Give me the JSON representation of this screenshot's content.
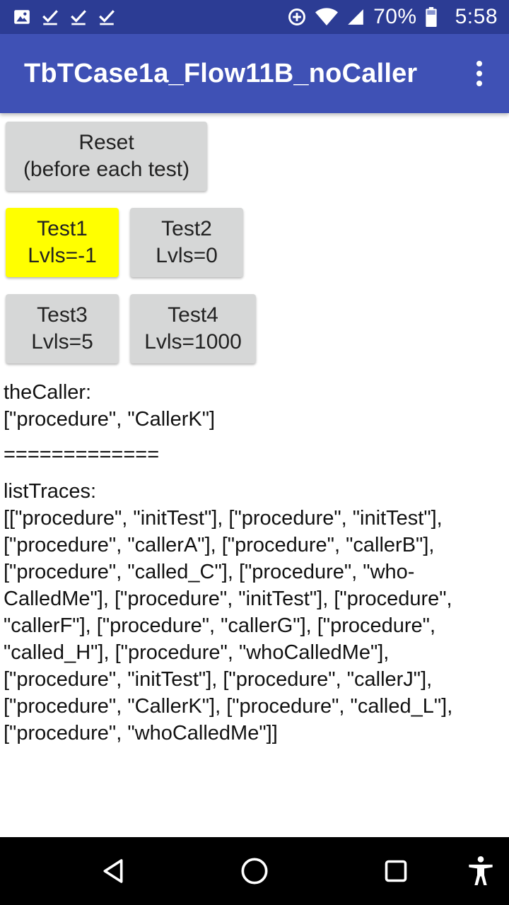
{
  "status_bar": {
    "icons_left": [
      "image-icon",
      "check-icon",
      "check-icon",
      "check-icon"
    ],
    "icons_right": [
      "data-saver-icon",
      "wifi-icon",
      "signal-icon"
    ],
    "battery_percent": "70%",
    "time": "5:58"
  },
  "app_bar": {
    "title": "TbTCase1a_Flow11B_noCaller"
  },
  "buttons": {
    "reset": {
      "line1": "Reset",
      "line2": "(before each test)"
    },
    "test1": {
      "line1": "Test1",
      "line2": "Lvls=-1"
    },
    "test2": {
      "line1": "Test2",
      "line2": "Lvls=0"
    },
    "test3": {
      "line1": "Test3",
      "line2": "Lvls=5"
    },
    "test4": {
      "line1": "Test4",
      "line2": "Lvls=1000"
    }
  },
  "colors": {
    "status_bar": "#2c3c94",
    "app_bar": "#3f51b5",
    "button": "#d6d7d7",
    "highlighted_button": "#ffff00"
  },
  "output": {
    "caller_label": "theCaller:",
    "caller_value": "[\"procedure\", \"CallerK\"]",
    "separator": "=============",
    "traces_label": "listTraces:",
    "traces_lines": [
      "[[\"procedure\", \"initTest\"], [\"procedure\", \"initTest\"],",
      "[\"procedure\", \"callerA\"], [\"procedure\", \"callerB\"],",
      "[\"procedure\", \"called_C\"], [\"procedure\", \"who-",
      "CalledMe\"], [\"procedure\", \"initTest\"], [\"procedure\",",
      "\"callerF\"], [\"procedure\", \"callerG\"], [\"procedure\",",
      "\"called_H\"], [\"procedure\", \"whoCalledMe\"],",
      "[\"procedure\", \"initTest\"], [\"procedure\", \"callerJ\"],",
      "[\"procedure\", \"CallerK\"], [\"procedure\", \"called_L\"],",
      "[\"procedure\", \"whoCalledMe\"]]"
    ]
  },
  "nav_bar": {
    "icons": [
      "back-icon",
      "home-icon",
      "recents-icon",
      "accessibility-icon"
    ]
  }
}
